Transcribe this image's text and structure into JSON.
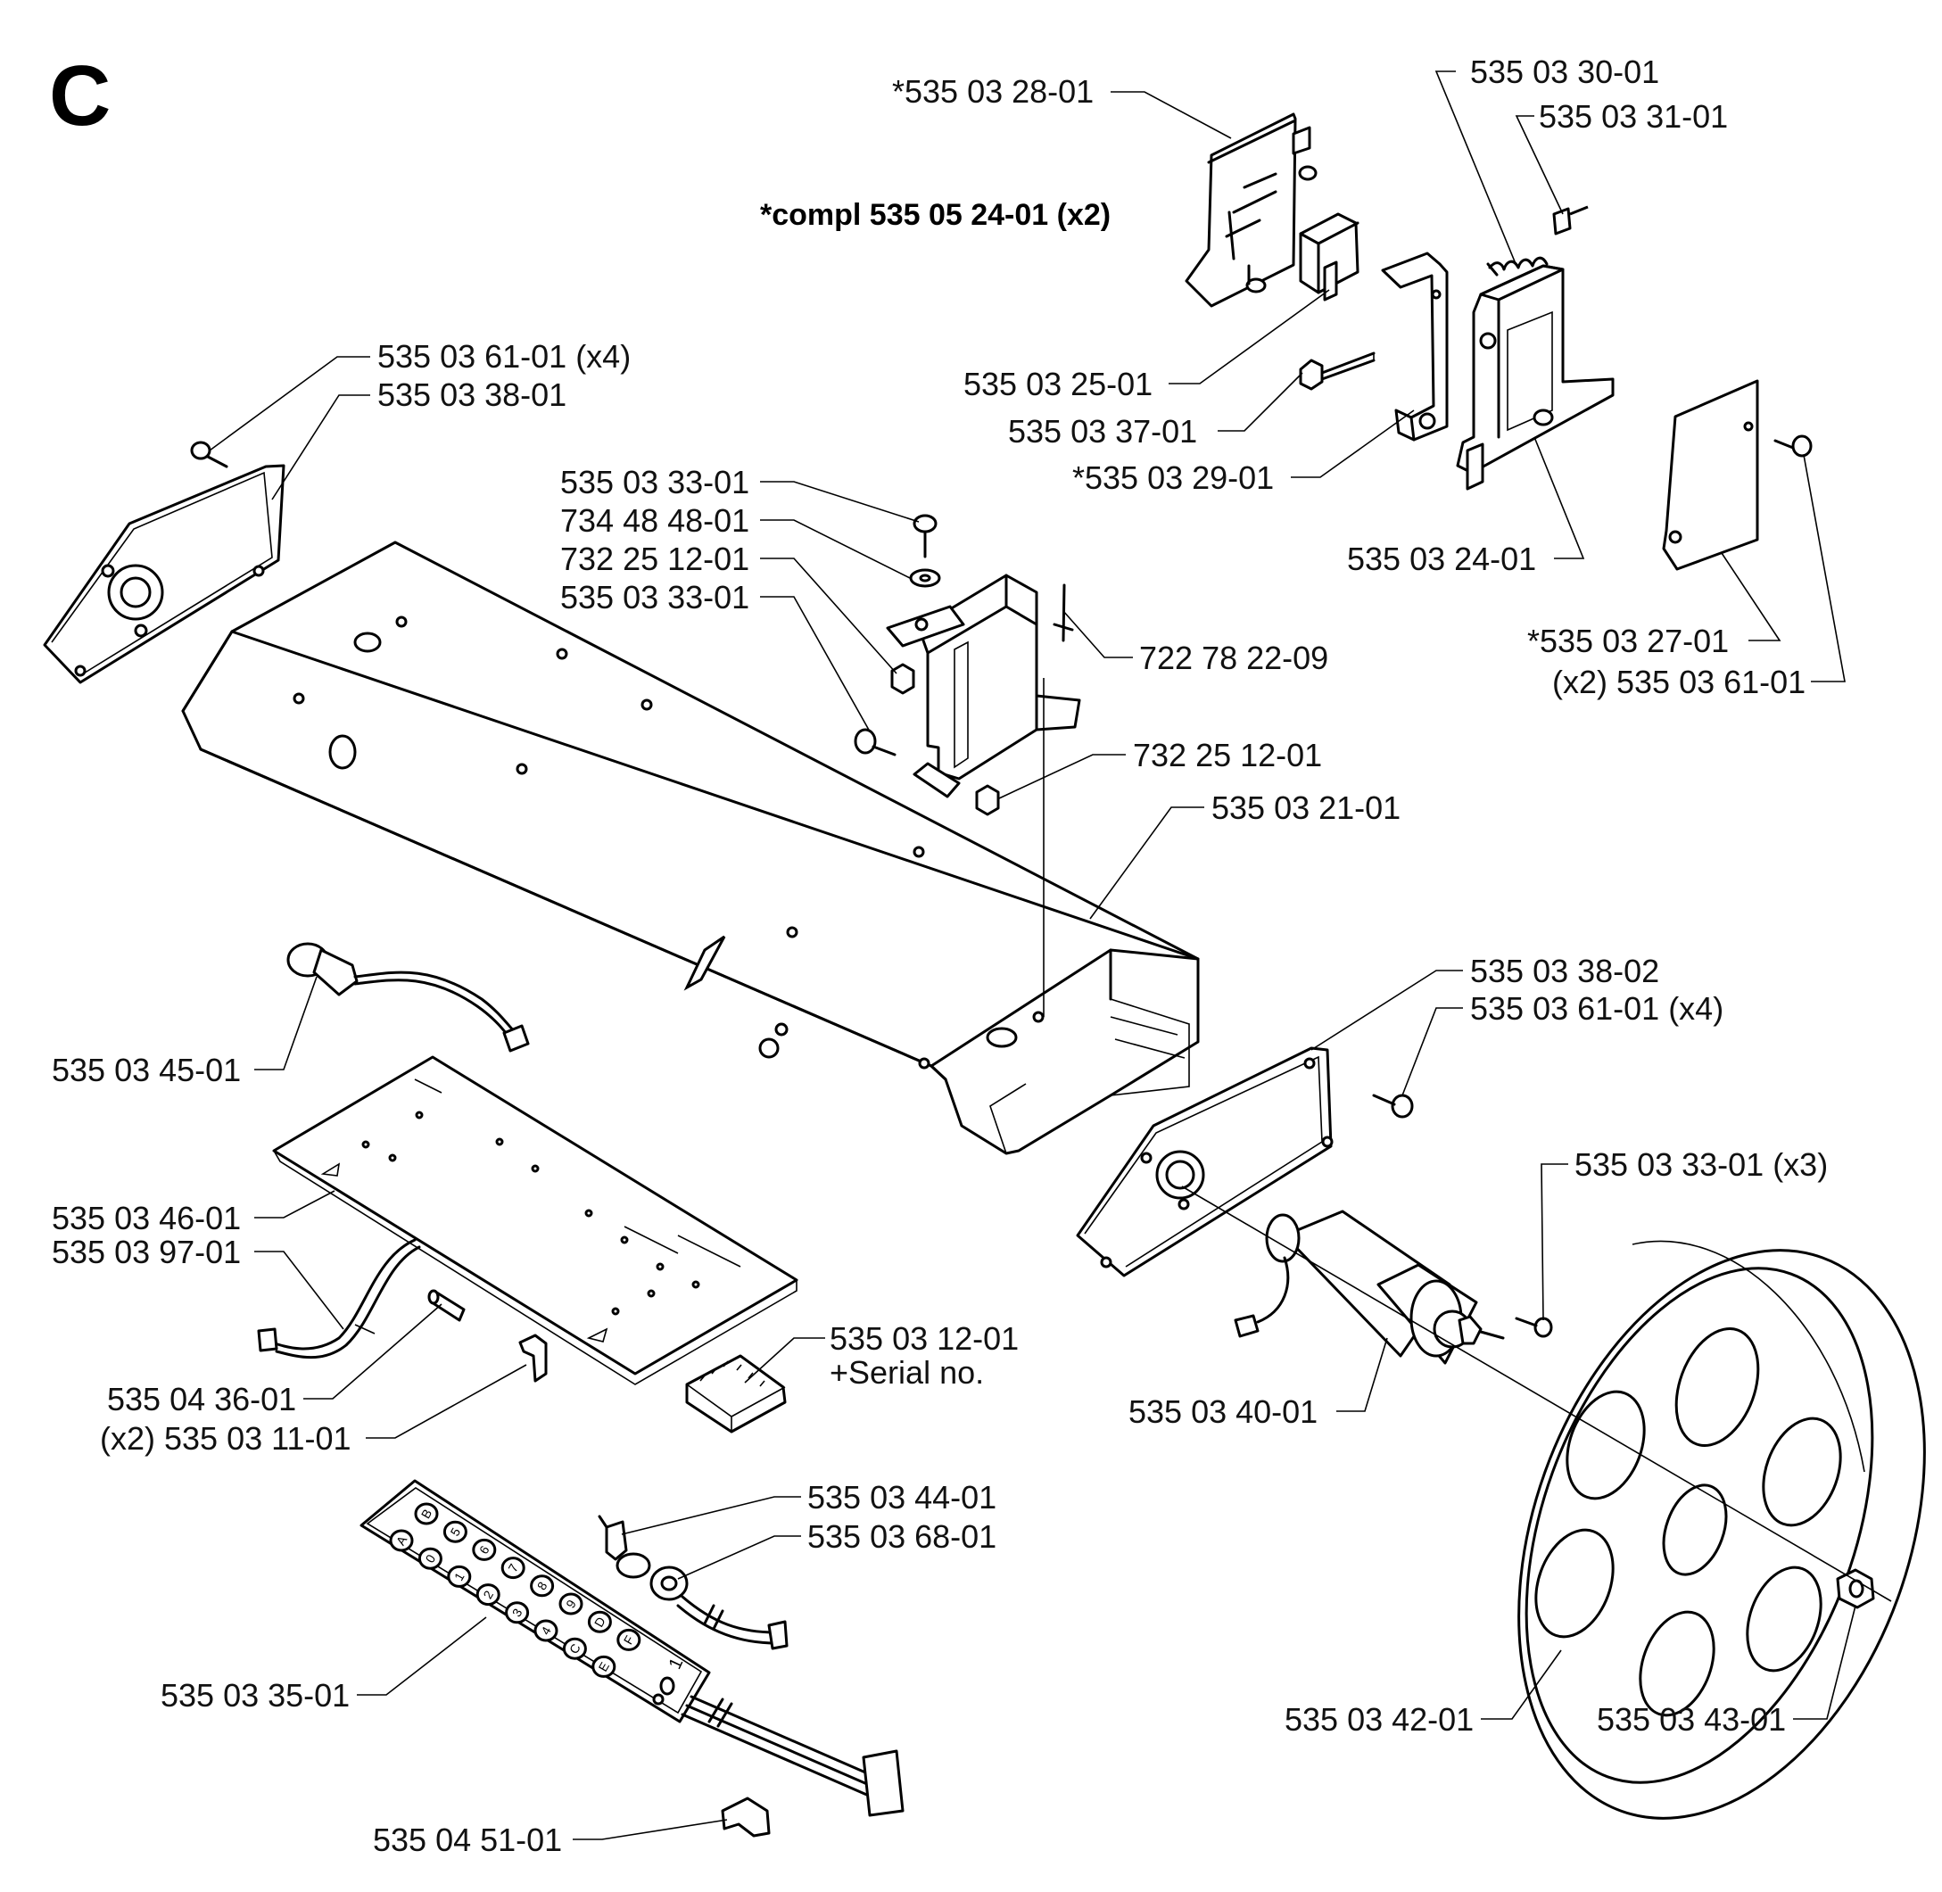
{
  "section_letter": "C",
  "kit_note": "*compl 535 05 24-01 (x2)",
  "callouts": [
    "*535 03 28-01",
    "535 03 30-01",
    "535 03 31-01",
    "535 03 61-01 (x4)",
    "535 03 38-01",
    "535 03 25-01",
    "535 03 37-01",
    "*535 03 29-01",
    "535 03 33-01",
    "734 48 48-01",
    "732 25 12-01",
    "535 03 33-01",
    "722 78 22-09",
    "535 03 24-01",
    "*535 03 27-01",
    "(x2) 535 03 61-01",
    "732 25 12-01",
    "535 03 21-01",
    "535 03 38-02",
    "535 03 61-01 (x4)",
    "535 03 45-01",
    "535 03 33-01 (x3)",
    "535 03 46-01",
    "535 03 97-01",
    "535 03 12-01",
    "+Serial no.",
    "535 04 36-01",
    "(x2) 535 03 11-01",
    "535 03 40-01",
    "535 03 44-01",
    "535 03 68-01",
    "535 03 35-01",
    "535 03 42-01",
    "535 03 43-01",
    "535 04 51-01"
  ],
  "keypad_keys": [
    "B",
    "5",
    "6",
    "7",
    "8",
    "9",
    "D",
    "F",
    "A",
    "0",
    "1",
    "2",
    "3",
    "4",
    "C",
    "E"
  ],
  "keypad_side_label": "1"
}
